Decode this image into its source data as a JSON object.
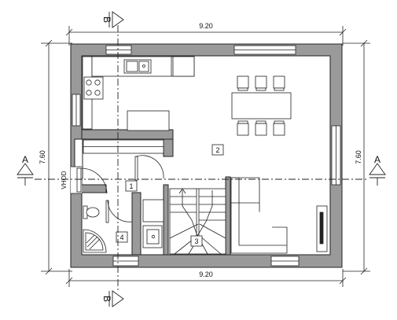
{
  "plan": {
    "dimensions": {
      "top_width": "9.20",
      "bottom_width": "9.20",
      "left_height": "7.60",
      "right_height": "7.60"
    },
    "sections": {
      "a_left": "A",
      "a_right": "A",
      "b_top": "B",
      "b_bottom": "B"
    },
    "rooms": [
      "1",
      "2",
      "3",
      "4"
    ],
    "entry_label": "VHOD"
  },
  "colors": {
    "wall_fill": "#9a9a9a",
    "wall_stroke": "#222222",
    "line": "#222222",
    "floor": "#ffffff"
  }
}
